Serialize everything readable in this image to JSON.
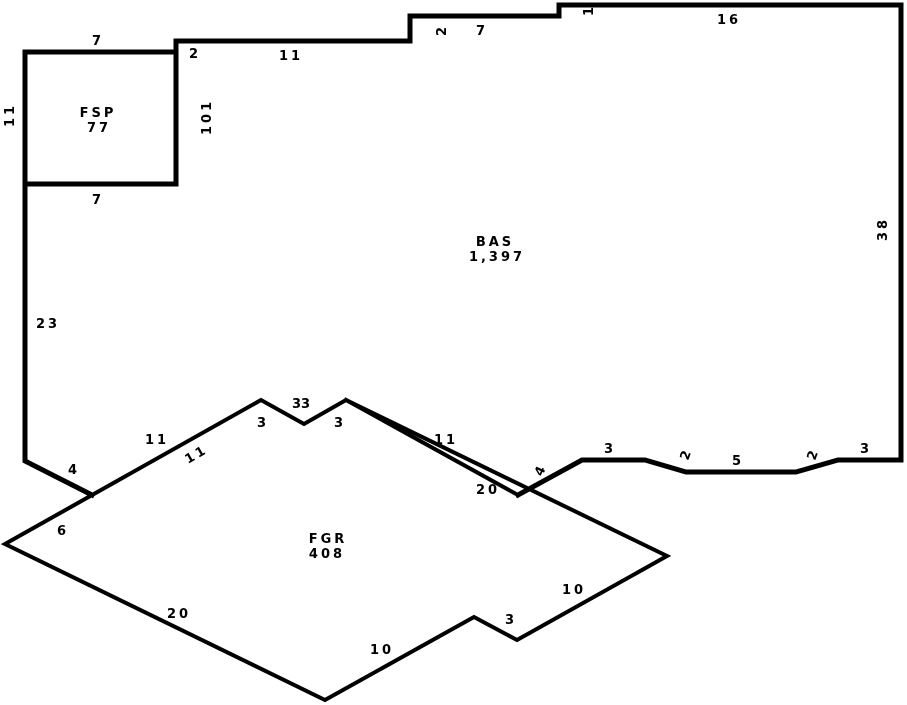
{
  "colors": {
    "line": "#000000",
    "background": "#ffffff"
  },
  "areas": {
    "bas": {
      "code": "BAS",
      "area": "1,397"
    },
    "fsp": {
      "code": "FSP",
      "area": "77"
    },
    "fgr": {
      "code": "FGR",
      "area": "408"
    }
  },
  "dimensions": {
    "fsp_top": "7",
    "fsp_bottom": "7",
    "fsp_left": "11",
    "fsp_right": "101",
    "top_2a": "2",
    "top_11": "11",
    "top_2b": "2",
    "top_7": "7",
    "top_1": "1",
    "top_16": "16",
    "right_38": "38",
    "left_23": "23",
    "bottom_3a": "3",
    "bottom_2a": "2",
    "bottom_5": "5",
    "bottom_2b": "2",
    "bottom_3b": "3",
    "diag_4a": "4",
    "diag_4b": "4",
    "diag_11a": "11",
    "diag_11b": "11",
    "diag_11c": "11",
    "notch_3a": "3",
    "notch_33": "33",
    "notch_3b": "3",
    "fgr_20a": "20",
    "fgr_6": "6",
    "fgr_20b": "20",
    "fgr_10a": "10",
    "fgr_3": "3",
    "fgr_10b": "10"
  }
}
